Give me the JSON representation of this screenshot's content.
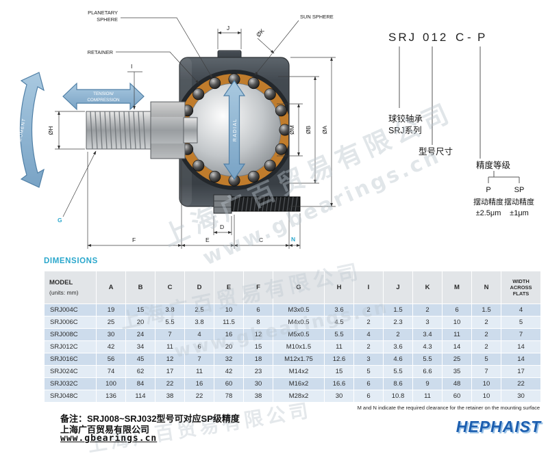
{
  "watermark": {
    "company": "上海广百贸易有限公司",
    "site": "www.gbearings.cn"
  },
  "drawing": {
    "callout_planetary_1": "PLANETARY",
    "callout_planetary_2": "SPHERE",
    "callout_sun": "SUN SPHERE",
    "callout_retainer": "RETAINER",
    "arrow_moment": "MOMENT",
    "arrow_tension_1": "TENSION/",
    "arrow_tension_2": "COMPRESSION",
    "arrow_radial": "RADIAL",
    "dim_j": "J",
    "dim_k": "ØK",
    "dim_h": "ØH",
    "dim_i": "I",
    "dim_m": "ØM",
    "dim_b": "ØB",
    "dim_a": "ØA",
    "dim_d": "D",
    "dim_g": "G",
    "dim_f": "F",
    "dim_e": "E",
    "dim_c": "C",
    "dim_n": "N"
  },
  "code_panel": {
    "series": "SRJ",
    "size": "012",
    "type": "C",
    "dash": "-",
    "grade": "P",
    "series_note_1": "球铰轴承",
    "series_note_2": "SRJ系列",
    "size_note": "型号尺寸",
    "grade_note": "精度等级",
    "grade_p": "P",
    "grade_sp": "SP",
    "p_desc_1": "摆动精度",
    "p_desc_2": "±2.5μm",
    "sp_desc_1": "摆动精度",
    "sp_desc_2": "±1μm"
  },
  "table": {
    "title": "DIMENSIONS",
    "model_header": "MODEL",
    "units": "(units: mm)",
    "headers": [
      "A",
      "B",
      "C",
      "D",
      "E",
      "F",
      "G",
      "H",
      "I",
      "J",
      "K",
      "M",
      "N"
    ],
    "waf_header": "WIDTH ACROSS FLATS",
    "rows": [
      [
        "SRJ004C",
        "19",
        "15",
        "3.8",
        "2.5",
        "10",
        "6",
        "M3x0.5",
        "3.6",
        "2",
        "1.5",
        "2",
        "6",
        "1.5",
        "4"
      ],
      [
        "SRJ006C",
        "25",
        "20",
        "5.5",
        "3.8",
        "11.5",
        "8",
        "M4x0.5",
        "4.5",
        "2",
        "2.3",
        "3",
        "10",
        "2",
        "5"
      ],
      [
        "SRJ008C",
        "30",
        "24",
        "7",
        "4",
        "16",
        "12",
        "M5x0.5",
        "5.5",
        "4",
        "2",
        "3.4",
        "11",
        "2",
        "7"
      ],
      [
        "SRJ012C",
        "42",
        "34",
        "11",
        "6",
        "20",
        "15",
        "M10x1.5",
        "11",
        "2",
        "3.6",
        "4.3",
        "14",
        "2",
        "14"
      ],
      [
        "SRJ016C",
        "56",
        "45",
        "12",
        "7",
        "32",
        "18",
        "M12x1.75",
        "12.6",
        "3",
        "4.6",
        "5.5",
        "25",
        "5",
        "14"
      ],
      [
        "SRJ024C",
        "74",
        "62",
        "17",
        "11",
        "42",
        "23",
        "M14x2",
        "15",
        "5",
        "5.5",
        "6.6",
        "35",
        "7",
        "17"
      ],
      [
        "SRJ032C",
        "100",
        "84",
        "22",
        "16",
        "60",
        "30",
        "M16x2",
        "16.6",
        "6",
        "8.6",
        "9",
        "48",
        "10",
        "22"
      ],
      [
        "SRJ048C",
        "136",
        "114",
        "38",
        "22",
        "78",
        "38",
        "M28x2",
        "30",
        "6",
        "10.8",
        "11",
        "60",
        "10",
        "30"
      ]
    ]
  },
  "footer": {
    "note": "备注：SRJ008~SRJ032型号可对应SP级精度",
    "company": "上海广百贸易有限公司",
    "website": "www.gbearings.cn",
    "clearance_note": "M and N indicate the required clearance for the retainer on the mounting surface",
    "logo": "HEPHAIST"
  }
}
